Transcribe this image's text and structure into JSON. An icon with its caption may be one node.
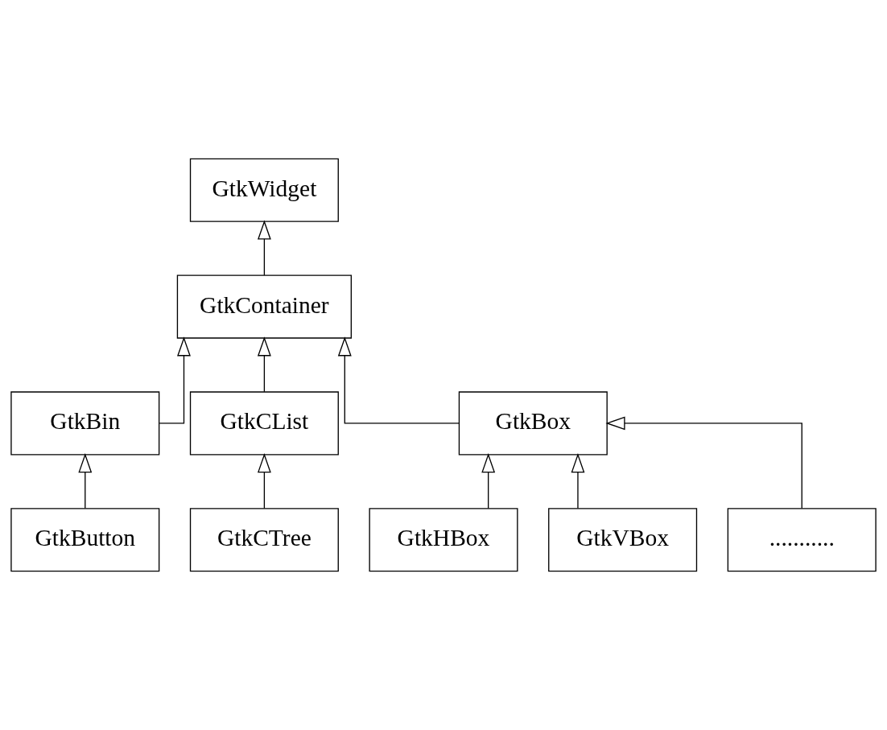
{
  "diagram": {
    "nodes": [
      {
        "text": [
          "GtkWidget"
        ]
      },
      {
        "text": [
          "GtkContainer"
        ]
      },
      {
        "text": [
          "GtkBin"
        ]
      },
      {
        "text": [
          "GtkCList"
        ]
      },
      {
        "text": [
          "GtkBox"
        ]
      },
      {
        "text": [
          "GtkButton"
        ]
      },
      {
        "text": [
          "GtkCTree"
        ]
      },
      {
        "text": [
          "GtkHBox"
        ]
      },
      {
        "text": [
          "GtkVBox"
        ]
      },
      {
        "text": [
          "..........."
        ]
      }
    ],
    "edges": [
      {
        "from": 1,
        "to": 0,
        "arrow": "to"
      },
      {
        "from": 2,
        "to": 1,
        "arrow": "to"
      },
      {
        "from": 3,
        "to": 1,
        "arrow": "to"
      },
      {
        "from": 4,
        "to": 1,
        "arrow": "to"
      },
      {
        "from": 5,
        "to": 2,
        "arrow": "to"
      },
      {
        "from": 6,
        "to": 3,
        "arrow": "to"
      },
      {
        "from": 7,
        "to": 4,
        "arrow": "to"
      },
      {
        "from": 8,
        "to": 4,
        "arrow": "to"
      },
      {
        "from": 9,
        "to": 4,
        "arrow": "to"
      }
    ]
  }
}
